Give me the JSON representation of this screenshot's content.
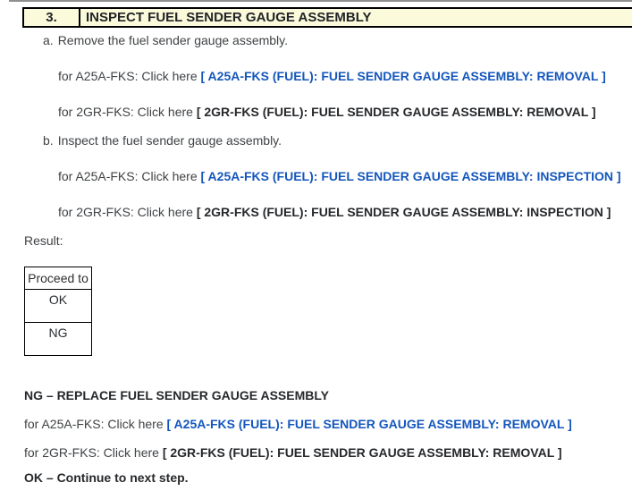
{
  "colors": {
    "header_bg": "#FBFBDC",
    "link": "#1456BC",
    "top_divider": "#8f8f8f"
  },
  "step": {
    "number": "3.",
    "title": "INSPECT FUEL SENDER GAUGE ASSEMBLY"
  },
  "substeps": {
    "a": {
      "marker": "a.",
      "text": "Remove the fuel sender gauge assembly."
    },
    "b": {
      "marker": "b.",
      "text": "Inspect the fuel sender gauge assembly."
    }
  },
  "links": {
    "a25a_removal": {
      "prefix": "for A25A-FKS: Click here ",
      "label": "[ A25A-FKS (FUEL): FUEL SENDER GAUGE ASSEMBLY: REMOVAL ]"
    },
    "gr2_removal": {
      "prefix": "for 2GR-FKS: Click here ",
      "label": "[ 2GR-FKS (FUEL): FUEL SENDER GAUGE ASSEMBLY: REMOVAL ]"
    },
    "a25a_inspection": {
      "prefix": "for A25A-FKS: Click here ",
      "label": "[ A25A-FKS (FUEL): FUEL SENDER GAUGE ASSEMBLY: INSPECTION ]"
    },
    "gr2_inspection": {
      "prefix": "for 2GR-FKS: Click here ",
      "label": "[ 2GR-FKS (FUEL): FUEL SENDER GAUGE ASSEMBLY: INSPECTION ]"
    }
  },
  "result": {
    "label": "Result:",
    "table": {
      "header": "Proceed to",
      "rows": [
        "OK",
        "NG"
      ]
    }
  },
  "outcomes": {
    "ng_heading": "NG – REPLACE FUEL SENDER GAUGE ASSEMBLY",
    "ok_heading": "OK – Continue to next step."
  }
}
